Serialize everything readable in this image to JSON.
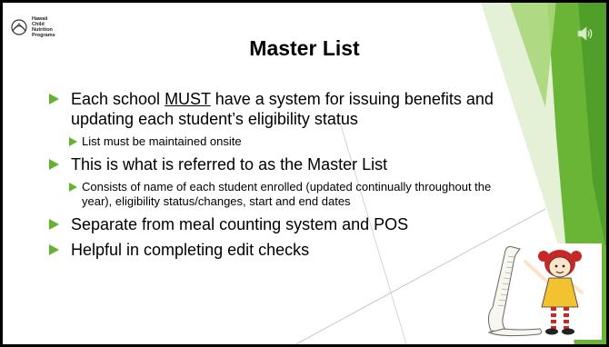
{
  "logo": {
    "lines": [
      "Hawaii",
      "Child",
      "Nutrition",
      "Programs"
    ]
  },
  "icons": {
    "speaker": "speaker-icon",
    "bullet": "green-triangle-bullet-icon"
  },
  "colors": {
    "accent_green": "#63b32f",
    "light_green": "#9ed36a",
    "border_black": "#000000"
  },
  "title": "Master List",
  "bullets": [
    {
      "level": 1,
      "before": "Each school ",
      "emphasis": "MUST",
      "after": " have a system for issuing benefits and updating each student’s eligibility status"
    },
    {
      "level": 2,
      "text": "List must be maintained onsite"
    },
    {
      "level": 1,
      "text": "This is what is referred to as the Master List"
    },
    {
      "level": 2,
      "text": "Consists of name of each student enrolled (updated continually throughout the year), eligibility status/changes, start and end dates"
    },
    {
      "level": 1,
      "text": "Separate from meal counting system and POS"
    },
    {
      "level": 1,
      "text": "Helpful in completing edit checks"
    }
  ]
}
